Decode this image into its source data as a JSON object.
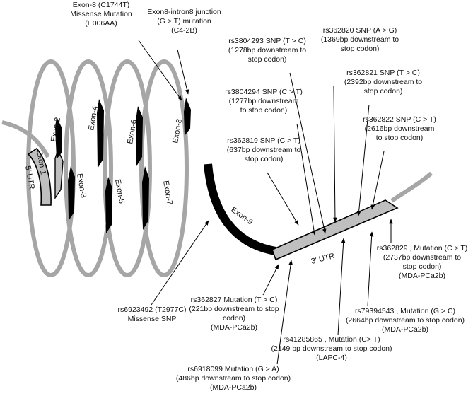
{
  "exons": {
    "exon1": "Exon-1",
    "utr5": "5' UTR",
    "exon2": "Exon-2",
    "exon3": "Exon-3",
    "exon4": "Exon-4",
    "exon5": "Exon-5",
    "exon6": "Exon-6",
    "exon7": "Exon-7",
    "exon8": "Exon-8",
    "exon9": "Exon-9",
    "utr3": "3' UTR"
  },
  "annotations": {
    "exon8_mut": [
      "Exon-8 (C1744T)",
      "Missense Mutation",
      "(E006AA)"
    ],
    "junction": [
      "Exon8-intron8 junction",
      "(G > T) mutation",
      "(C4-2B)"
    ],
    "rs3804293": [
      "rs3804293 SNP (T > C)",
      "(1278bp downstream  to",
      "stop codon)"
    ],
    "rs362820": [
      "rs362820 SNP (A > G)",
      "(1369bp downstream  to",
      "stop codon)"
    ],
    "rs3804294": [
      "rs3804294 SNP (C > T)",
      "(1277bp downstream",
      "to stop codon)"
    ],
    "rs362821": [
      "rs362821 SNP (T > C)",
      "(2392bp downstream  to",
      "stop codon)"
    ],
    "rs362822": [
      "rs362822 SNP (C > T)",
      "(2616bp downstream",
      "to stop codon)"
    ],
    "rs362819": [
      "rs362819 SNP (C > T)",
      "(637bp downstream  to",
      "stop codon)"
    ],
    "rs362829": [
      "rs362829 , Mutation (C > T)",
      "(2737bp downstream  to",
      "stop codon)",
      "(MDA-PCa2b)"
    ],
    "rs362827": [
      "rs362827 Mutation (T > C)",
      "(221bp downstream to stop",
      "codon)",
      "(MDA-PCa2b)"
    ],
    "rs6923492": [
      "rs6923492  (T2977C)",
      "Missense SNP"
    ],
    "rs79394543": [
      "rs79394543 , Mutation (G > C)",
      "(2664bp downstream  to stop codon)",
      "(MDA-PCa2b)"
    ],
    "rs41285865": [
      "rs41285865 , Mutation (C> T)",
      "(2149 bp downstream  to stop codon)",
      "(LAPC-4)"
    ],
    "rs6918099": [
      "rs6918099  Mutation (G > A)",
      "(486bp downstream  to stop codon)",
      "(MDA-PCa2b)"
    ]
  }
}
